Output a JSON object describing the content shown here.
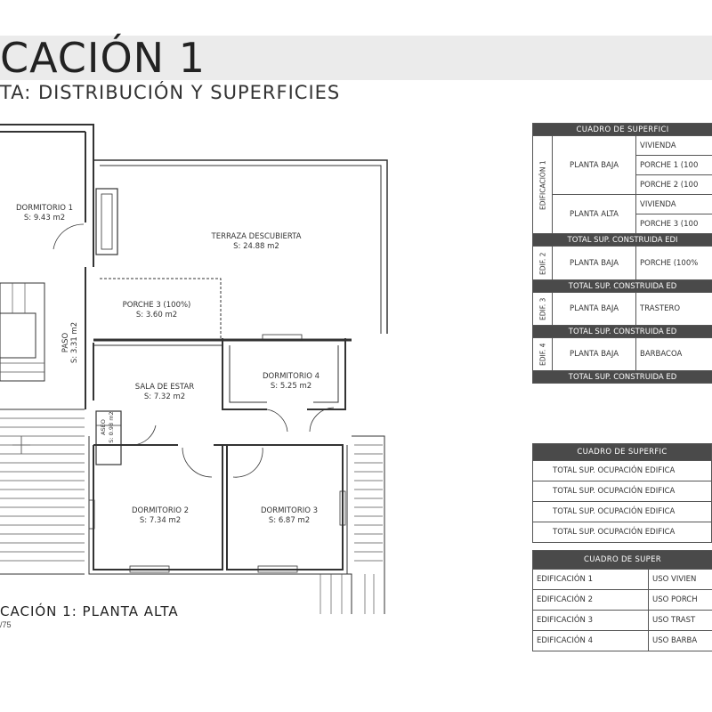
{
  "header": {
    "title": "CACIÓN 1",
    "subtitle": "TA: DISTRIBUCIÓN Y SUPERFICIES"
  },
  "plan": {
    "caption": "CACIÓN 1: PLANTA ALTA",
    "scale": "/75",
    "rooms": {
      "dormitorio1_name": "DORMITORIO 1",
      "dormitorio1_area": "S: 9.43 m2",
      "terraza_name": "TERRAZA DESCUBIERTA",
      "terraza_area": "S: 24.88 m2",
      "porche3_name": "PORCHE 3 (100%)",
      "porche3_area": "S: 3.60 m2",
      "paso_name": "PASO",
      "paso_area": "S: 3.31 m2",
      "sala_name": "SALA DE ESTAR",
      "sala_area": "S: 7.32 m2",
      "dormitorio4_name": "DORMITORIO 4",
      "dormitorio4_area": "S: 5.25 m2",
      "aseo_name": "ASEO",
      "aseo_area": "S: 0.98 m2",
      "dormitorio2_name": "DORMITORIO 2",
      "dormitorio2_area": "S: 7.34 m2",
      "dormitorio3_name": "DORMITORIO 3",
      "dormitorio3_area": "S: 6.87 m2"
    }
  },
  "table1": {
    "header": "CUADRO DE SUPERFICI",
    "edif1_label": "EDIFICACIÓN 1",
    "planta_baja": "PLANTA BAJA",
    "planta_alta": "PLANTA ALTA",
    "vivienda": "VIVIENDA",
    "porche1": "PORCHE 1 (100",
    "porche2": "PORCHE 2 (100",
    "porche3": "PORCHE 3 (100",
    "total1": "TOTAL SUP. CONSTRUIDA EDI",
    "edif2_label": "EDIF. 2",
    "porche_e2": "PORCHE (100%",
    "total2": "TOTAL SUP. CONSTRUIDA ED",
    "edif3_label": "EDIF. 3",
    "trastero": "TRASTERO",
    "total3": "TOTAL SUP. CONSTRUIDA ED",
    "edif4_label": "EDIF. 4",
    "barbacoa": "BARBACOA",
    "total4": "TOTAL SUP. CONSTRUIDA ED"
  },
  "table2": {
    "header": "CUADRO DE SUPERFIC",
    "rows": [
      "TOTAL SUP. OCUPACIÓN EDIFICA",
      "TOTAL SUP. OCUPACIÓN EDIFICA",
      "TOTAL SUP. OCUPACIÓN EDIFICA",
      "TOTAL SUP. OCUPACIÓN EDIFICA"
    ]
  },
  "table3": {
    "header": "CUADRO DE SUPER",
    "rows": [
      {
        "edif": "EDIFICACIÓN 1",
        "uso": "USO VIVIEN"
      },
      {
        "edif": "EDIFICACIÓN 2",
        "uso": "USO PORCH"
      },
      {
        "edif": "EDIFICACIÓN 3",
        "uso": "USO TRAST"
      },
      {
        "edif": "EDIFICACIÓN 4",
        "uso": "USO BARBA"
      }
    ]
  }
}
